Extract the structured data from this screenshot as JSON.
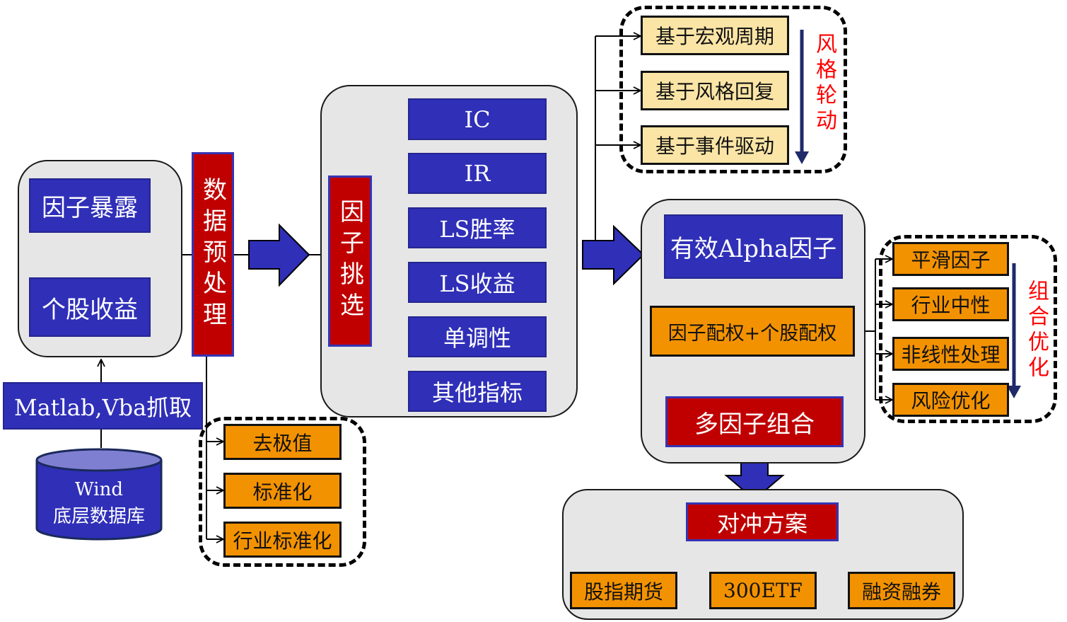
{
  "diagram": {
    "sources": {
      "database_line1": "Wind",
      "database_line2": "底层数据库",
      "fetch": "Matlab,Vba抓取"
    },
    "raw_data": [
      "因子暴露",
      "个股收益"
    ],
    "preprocess": {
      "title": "数据预处理",
      "steps": [
        "去极值",
        "标准化",
        "行业标准化"
      ]
    },
    "selection": {
      "title": "因子挑选",
      "metrics": [
        "IC",
        "IR",
        "LS胜率",
        "LS收益",
        "单调性",
        "其他指标"
      ]
    },
    "style_rotation": {
      "label": "风格轮动",
      "items": [
        "基于宏观周期",
        "基于风格回复",
        "基于事件驱动"
      ]
    },
    "portfolio": {
      "alpha": "有效Alpha因子",
      "weighting": "因子配权+个股配权",
      "combo": "多因子组合"
    },
    "optimization": {
      "label": "组合优化",
      "items": [
        "平滑因子",
        "行业中性",
        "非线性处理",
        "风险优化"
      ]
    },
    "hedging": {
      "title": "对冲方案",
      "items": [
        "股指期货",
        "300ETF",
        "融资融券"
      ]
    },
    "colors": {
      "blue": "#2f2fb8",
      "red": "#c00000",
      "orange": "#f39200",
      "beige": "#fbe5a6",
      "panel": "#e6e6e6",
      "label_red": "#ff0000",
      "arrow_navy": "#1f2a6b"
    }
  }
}
